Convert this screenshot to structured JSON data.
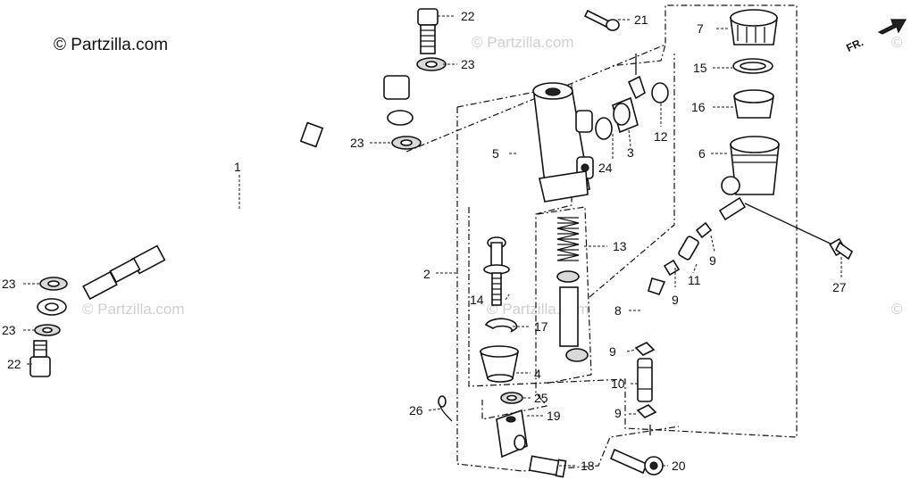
{
  "copyright": "© Partzilla.com",
  "watermark": "© Partzilla.com",
  "watermark_edge": "©",
  "direction_label": "FR.",
  "callouts": {
    "c1": "1",
    "c2": "2",
    "c3": "3",
    "c4": "4",
    "c5": "5",
    "c6": "6",
    "c7": "7",
    "c8": "8",
    "c9": "9",
    "c10": "10",
    "c11": "11",
    "c12": "12",
    "c13": "13",
    "c14": "14",
    "c15": "15",
    "c16": "16",
    "c17": "17",
    "c18": "18",
    "c19": "19",
    "c20": "20",
    "c21": "21",
    "c22": "22",
    "c23": "23",
    "c24": "24",
    "c25": "25",
    "c26": "26",
    "c27": "27"
  }
}
